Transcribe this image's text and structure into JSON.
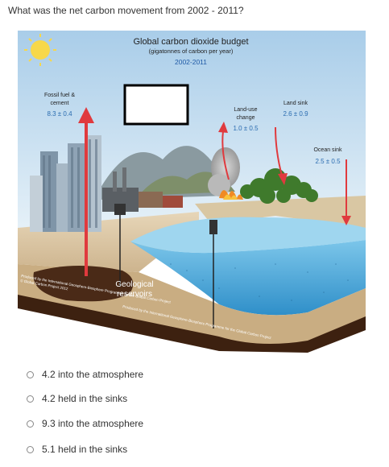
{
  "question": "What was the net carbon movement from 2002 - 2011?",
  "figure": {
    "title": "Global carbon dioxide budget",
    "subtitle": "(gigatonnes of carbon per year)",
    "years": "2002-2011",
    "fossil": {
      "line1": "Fossil fuel &",
      "line2": "cement",
      "value": "8.3 ± 0.4"
    },
    "landuse": {
      "line1": "Land-use",
      "line2": "change",
      "value": "1.0 ± 0.5"
    },
    "landsink": {
      "label": "Land sink",
      "value": "2.6 ± 0.9"
    },
    "oceansink": {
      "label": "Ocean sink",
      "value": "2.5 ± 0.5"
    },
    "geo": {
      "line1": "Geological",
      "line2": "reservoirs"
    },
    "credit_left": "Produced by the International Geosphere-Biosphere Programme for the Global Carbon Project",
    "credit_left2": "© Global Carbon Project 2012",
    "credit_bottom": "Produced by the International Geosphere-Biosphere Programme for the Global Carbon Project",
    "colors": {
      "arrow": "#e03a3e",
      "title": "#222222",
      "years": "#1f5aa6",
      "value": "#2b6cb0",
      "ocean": "#3aa0d8"
    }
  },
  "options": [
    {
      "label": "4.2 into the atmosphere"
    },
    {
      "label": "4.2 held in the sinks"
    },
    {
      "label": "9.3 into the atmosphere"
    },
    {
      "label": "5.1 held in the sinks"
    }
  ]
}
